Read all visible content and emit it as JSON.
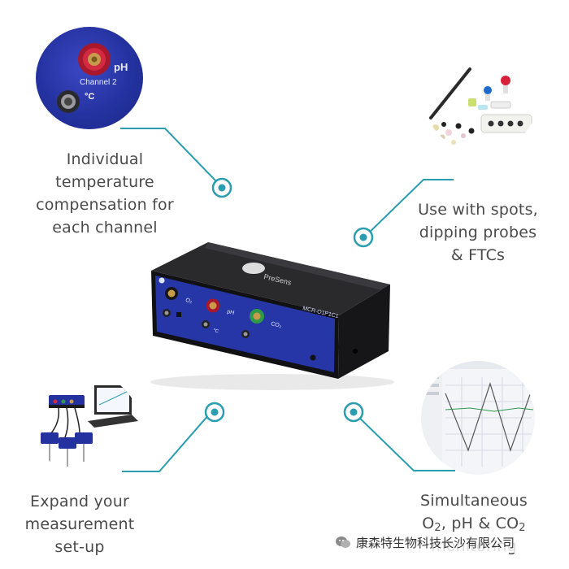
{
  "captions": {
    "top_left": [
      "Individual",
      "temperature",
      "compensation for",
      "each channel"
    ],
    "top_right": [
      "Use with spots,",
      "dipping probes",
      "& FTCs"
    ],
    "bottom_left": [
      "Expand your",
      "measurement",
      "set-up"
    ],
    "bottom_right": {
      "line1": "Simultaneous",
      "line2_o": "O",
      "line2_o_sub": "2",
      "line2_mid": ", pH & CO",
      "line2_co_sub": "2",
      "line3": "monitoring"
    }
  },
  "connector_labels": {
    "ph": "pH",
    "channel": "Channel 2",
    "celsius": "°C"
  },
  "device": {
    "brand": "PreSens",
    "model": "MCR-O1P1C1",
    "port_o2": "O₂",
    "port_ph": "pH",
    "port_co2": "CO₂",
    "deg_c": "°C"
  },
  "watermark": {
    "text": "康森特生物科技长沙有限公司"
  },
  "colors": {
    "accent_teal": "#2a9db0",
    "device_blue": "#2432a0",
    "device_black": "#1a1a1c",
    "text_gray": "#4a4a4a"
  }
}
